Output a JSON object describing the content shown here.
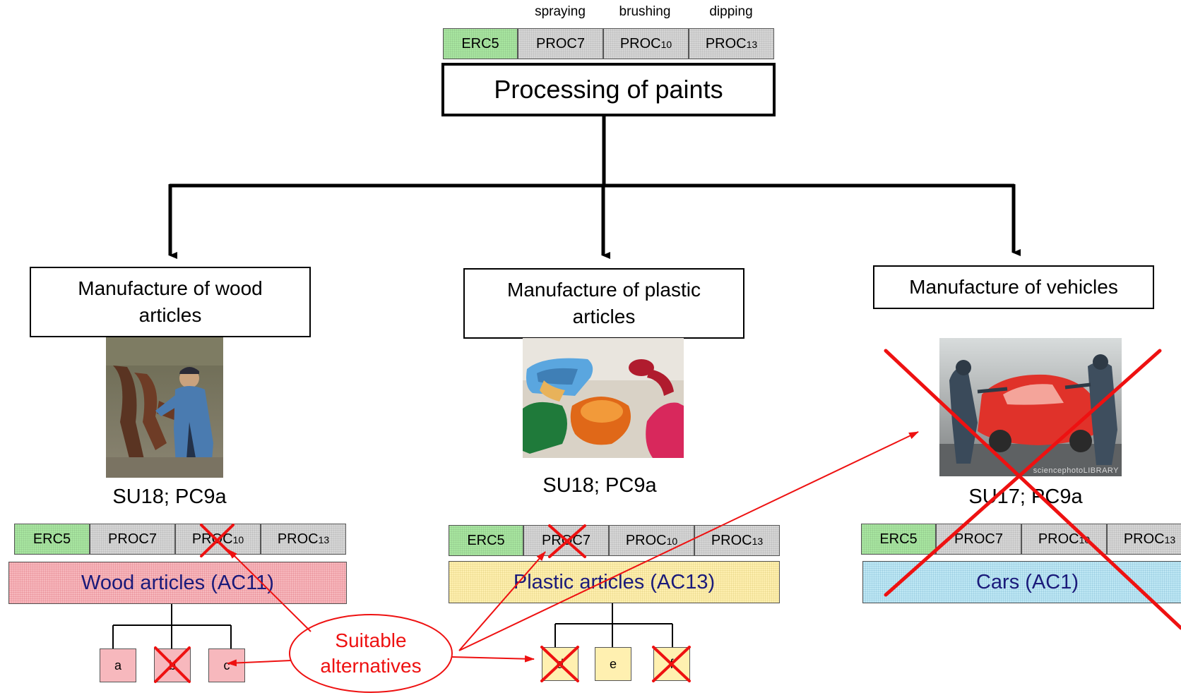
{
  "top": {
    "labels": [
      "spraying",
      "brushing",
      "dipping"
    ],
    "cells": [
      {
        "main": "ERC5",
        "sub": "",
        "kind": "g"
      },
      {
        "main": "PROC7",
        "sub": "",
        "kind": "p"
      },
      {
        "main": "PROC",
        "sub": "10",
        "kind": "p"
      },
      {
        "main": "PROC",
        "sub": "13",
        "kind": "p"
      }
    ],
    "title": "Processing of paints"
  },
  "branches": {
    "wood": {
      "title": "Manufacture of wood articles",
      "code": "SU18; PC9a",
      "cells": [
        {
          "main": "ERC5",
          "sub": ""
        },
        {
          "main": "PROC7",
          "sub": ""
        },
        {
          "main": "PROC",
          "sub": "10"
        },
        {
          "main": "PROC",
          "sub": "13"
        }
      ],
      "article": "Wood articles (AC11)",
      "subs": [
        "a",
        "b",
        "c"
      ]
    },
    "plastic": {
      "title": "Manufacture of plastic articles",
      "code": "SU18; PC9a",
      "cells": [
        {
          "main": "ERC5",
          "sub": ""
        },
        {
          "main": "PROC7",
          "sub": ""
        },
        {
          "main": "PROC",
          "sub": "10"
        },
        {
          "main": "PROC",
          "sub": "13"
        }
      ],
      "article": "Plastic articles (AC13)",
      "subs": [
        "d",
        "e",
        "f"
      ]
    },
    "vehicles": {
      "title": "Manufacture of vehicles",
      "code": "SU17; PC9a",
      "cells": [
        {
          "main": "ERC5",
          "sub": ""
        },
        {
          "main": "PROC7",
          "sub": ""
        },
        {
          "main": "PROC",
          "sub": "10"
        },
        {
          "main": "PROC",
          "sub": "13"
        }
      ],
      "article": "Cars (AC1)",
      "photo_watermark": "sciencephotoLIBRARY"
    }
  },
  "callout": "Suitable alternatives",
  "colors": {
    "erc_green": "#a8e6a0",
    "proc_gray": "#d6d6d6",
    "wood_pink": "#f7b8bd",
    "plastic_yellow": "#fff0b0",
    "cars_blue": "#bfe8f5",
    "cross_red": "#ee1111",
    "article_text": "#1a1a7a"
  }
}
